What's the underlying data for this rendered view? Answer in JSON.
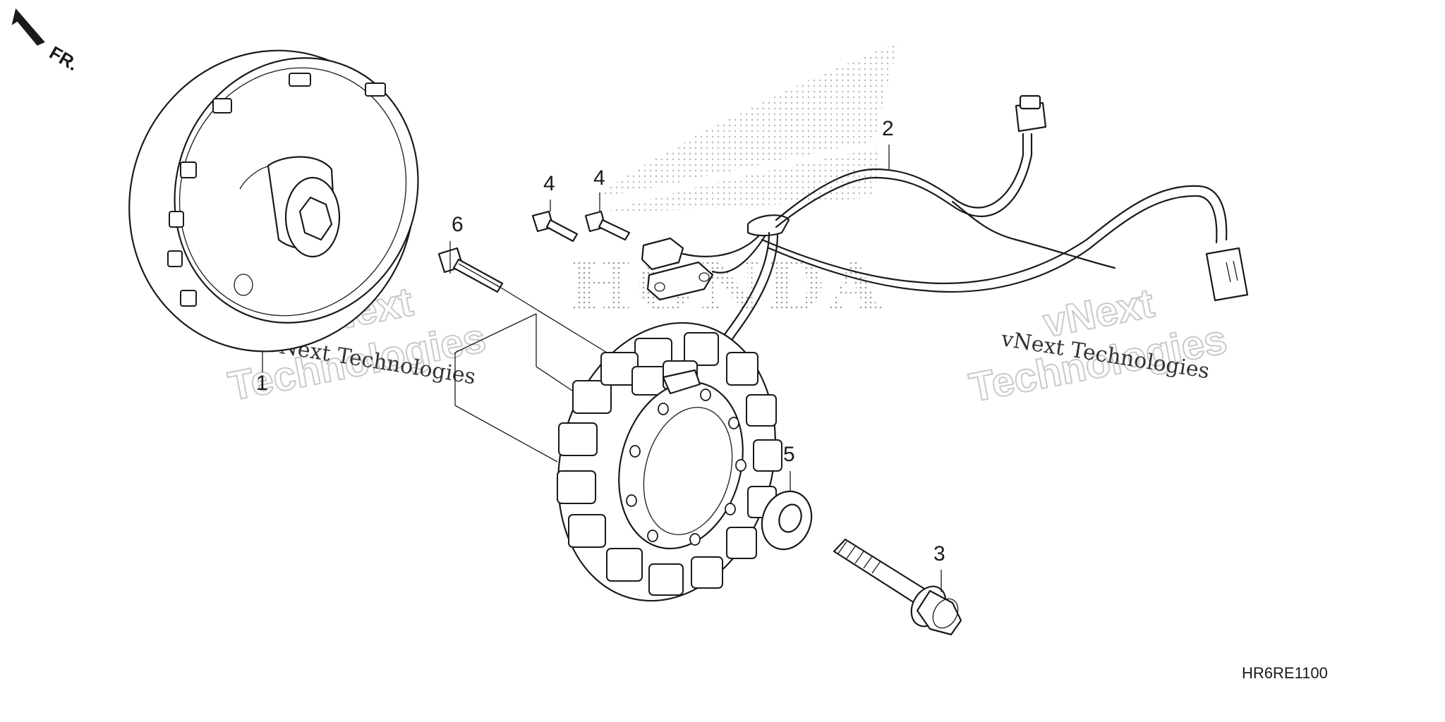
{
  "diagram": {
    "orientation_label": "FR.",
    "diagram_code": "HR6RE1100",
    "brand_watermark": "HONDA",
    "watermark_lines": [
      "vNext",
      "Technologies",
      "vNext Technologies"
    ],
    "callouts": [
      {
        "id": "flywheel",
        "label": "1"
      },
      {
        "id": "wire-harness",
        "label": "2"
      },
      {
        "id": "flange-bolt-large",
        "label": "3"
      },
      {
        "id": "bolt-left",
        "label": "4"
      },
      {
        "id": "bolt-right",
        "label": "4"
      },
      {
        "id": "washer",
        "label": "5"
      },
      {
        "id": "stator-bolt",
        "label": "6"
      }
    ]
  }
}
